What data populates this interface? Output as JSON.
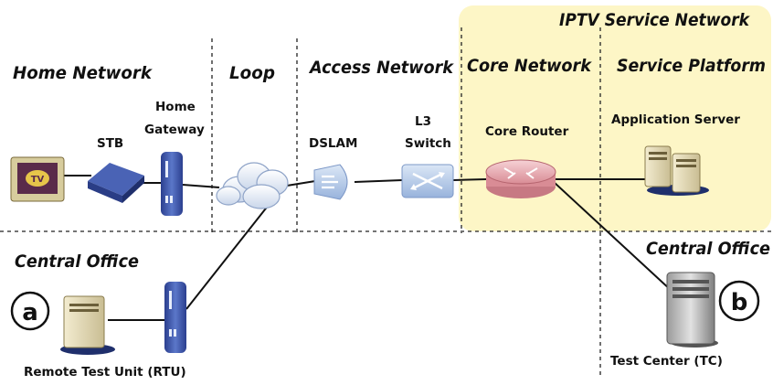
{
  "diagram": {
    "sections": {
      "home_network": "Home Network",
      "loop": "Loop",
      "access_network": "Access Network",
      "core_network": "Core Network",
      "service_platform": "Service Platform",
      "iptv_service_network": "IPTV  Service Network",
      "central_office_left": "Central Office",
      "central_office_right": "Central Office"
    },
    "devices": {
      "tv_text": "TV",
      "stb": "STB",
      "home_gateway_line1": "Home",
      "home_gateway_line2": "Gateway",
      "dslam": "DSLAM",
      "l3_switch_line1": "L3",
      "l3_switch_line2": "Switch",
      "core_router": "Core Router",
      "application_server": "Application Server",
      "rtu": "Remote Test Unit (RTU)",
      "test_center": "Test Center (TC)"
    },
    "markers": {
      "a": "a",
      "b": "b"
    },
    "colors": {
      "iptv_region": "#fdf6c6",
      "device_blue": "#4a63b5",
      "router": "#e8a3aa",
      "switch": "#b9cde8"
    }
  }
}
